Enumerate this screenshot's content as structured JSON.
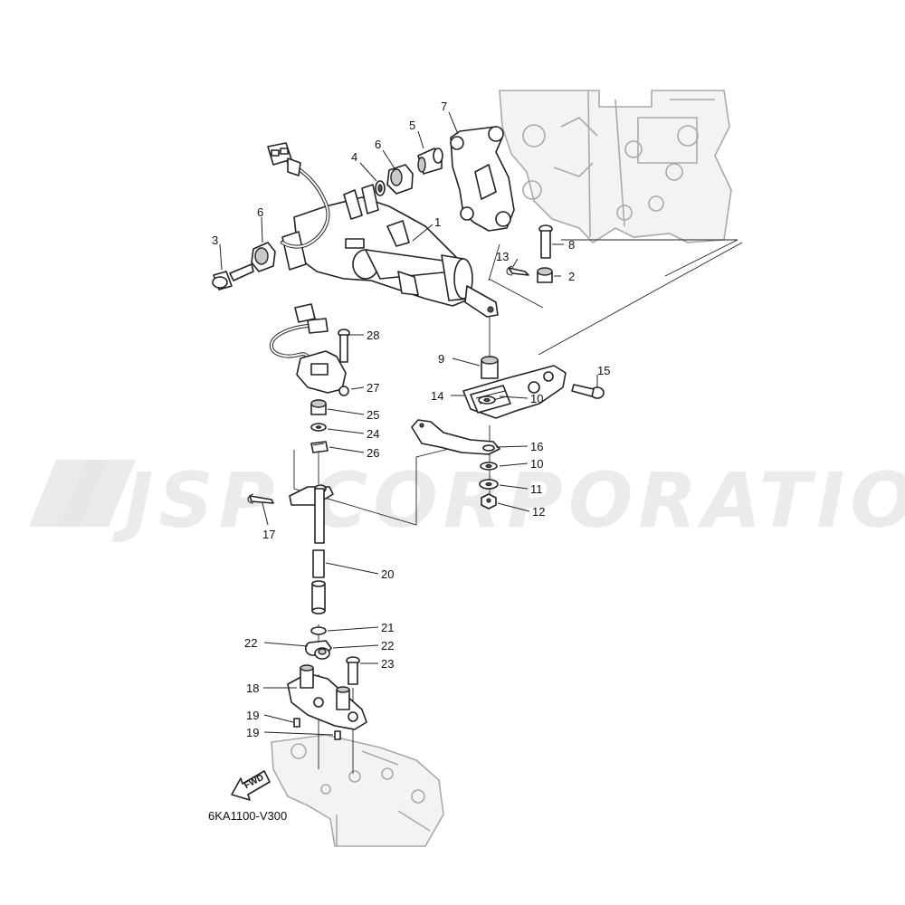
{
  "watermark": {
    "text": "JSP CORPORATION"
  },
  "diagram_code": "6KA1100-V300",
  "fwd_label": "FWD",
  "callouts": {
    "p1": "1",
    "p2": "2",
    "p3": "3",
    "p4": "4",
    "p5": "5",
    "p6a": "6",
    "p6b": "6",
    "p7": "7",
    "p8": "8",
    "p9": "9",
    "p10a": "10",
    "p10b": "10",
    "p11": "11",
    "p12": "12",
    "p13": "13",
    "p14": "14",
    "p15": "15",
    "p16": "16",
    "p17": "17",
    "p18": "18",
    "p19a": "19",
    "p19b": "19",
    "p20": "20",
    "p21": "21",
    "p22a": "22",
    "p22b": "22",
    "p23": "23",
    "p24": "24",
    "p25": "25",
    "p26": "26",
    "p27": "27",
    "p28": "28"
  }
}
